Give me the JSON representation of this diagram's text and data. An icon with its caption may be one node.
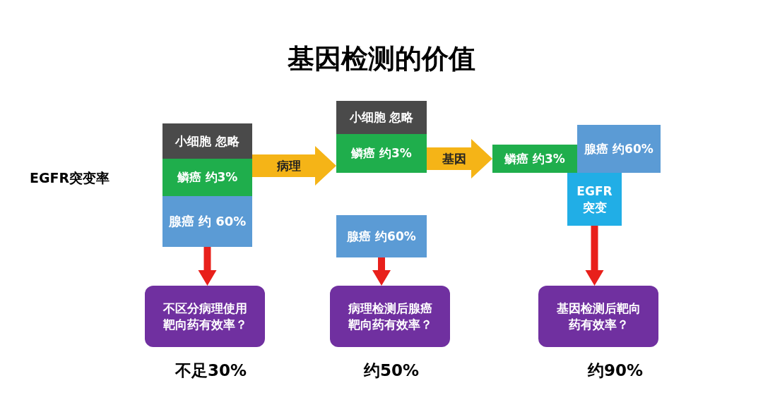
{
  "diagram": {
    "title": "基因检测的价值",
    "nodes": [
      {
        "text": [
          "小细胞 忽略"
        ]
      },
      {
        "text": [
          "鳞癌 约3%"
        ]
      },
      {
        "text": [
          "腺癌 约 60%"
        ]
      },
      {
        "text": [
          "小细胞 忽略"
        ]
      },
      {
        "text": [
          "鳞癌 约3%"
        ]
      },
      {
        "text": [
          "腺癌 约60%"
        ]
      },
      {
        "text": [
          "鳞癌 约3%"
        ]
      },
      {
        "text": [
          "腺癌 约60%"
        ]
      },
      {
        "text": [
          "EGFR 突变"
        ]
      },
      {
        "text": [
          "不区分病理使用靶向药有效率？"
        ],
        "beside": [
          "不足30%"
        ]
      },
      {
        "text": [
          "病理检测后腺癌靶向药有效率？"
        ],
        "beside": [
          "约50%"
        ]
      },
      {
        "text": [
          "基因检测后靶向药有效率？"
        ],
        "beside": [
          "约90%"
        ]
      }
    ],
    "edges": [
      {
        "from": 1,
        "to": 4,
        "arrow": "to",
        "label": "病理",
        "style": "thick",
        "color": "#f5b417"
      },
      {
        "from": 4,
        "to": 6,
        "arrow": "to",
        "label": "基因",
        "style": "thick",
        "color": "#f5b417"
      },
      {
        "from": 2,
        "to": 9,
        "arrow": "to"
      },
      {
        "from": 5,
        "to": 10,
        "arrow": "to"
      },
      {
        "from": 8,
        "to": 11,
        "arrow": "to"
      }
    ],
    "labels": [
      "EGFR突变率"
    ]
  }
}
